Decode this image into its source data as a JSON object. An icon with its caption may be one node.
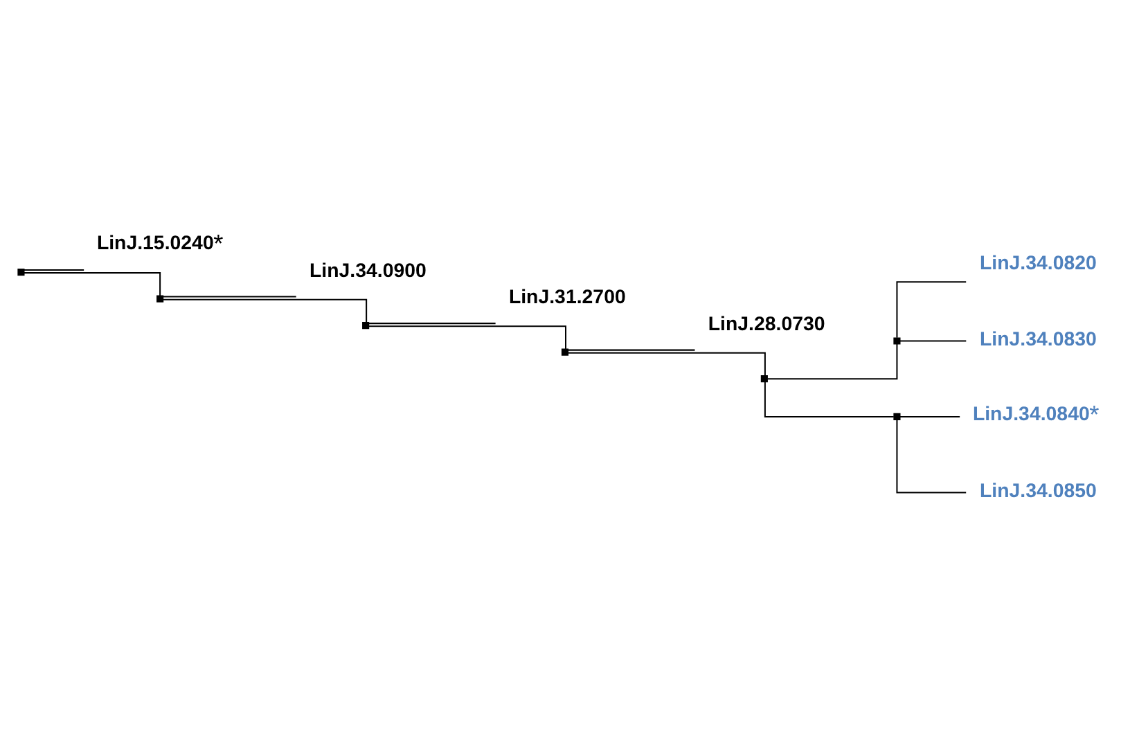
{
  "diagram": {
    "nodes": [
      {
        "text": [
          "LinJ.34.0900"
        ]
      },
      {
        "text": [
          "LinJ.31.2700"
        ]
      },
      {
        "text": [
          "LinJ.28.0730"
        ]
      },
      {
        "text": [
          "LinJ.34.0840"
        ],
        "beside": [
          "*"
        ]
      },
      {
        "text": [
          "LinJ.34.0850"
        ]
      },
      {
        "text": [
          "LinJ.34.0820"
        ]
      },
      {
        "text": [
          "LinJ.34.0830"
        ]
      },
      {
        "text": [
          "LinJ.15.0240"
        ],
        "beside": [
          "*"
        ]
      },
      {
        "text": [],
        "shape": "box"
      },
      {
        "text": [],
        "shape": "box"
      },
      {
        "text": [],
        "shape": "box"
      },
      {
        "text": [],
        "shape": "box"
      },
      {
        "text": [],
        "shape": "box"
      },
      {
        "text": [],
        "shape": "box"
      },
      {
        "text": [],
        "shape": "box"
      }
    ],
    "edges": [
      {
        "from": 8,
        "to": 9,
        "arrow": "none"
      },
      {
        "from": 8,
        "to": 7,
        "arrow": "none"
      },
      {
        "from": 9,
        "to": 0,
        "arrow": "none"
      },
      {
        "from": 9,
        "to": 10,
        "arrow": "none"
      },
      {
        "from": 10,
        "to": 1,
        "arrow": "none"
      },
      {
        "from": 10,
        "to": 11,
        "arrow": "none"
      },
      {
        "from": 11,
        "to": 2,
        "arrow": "none"
      },
      {
        "from": 11,
        "to": 12,
        "arrow": "none"
      },
      {
        "from": 12,
        "to": 14,
        "arrow": "none"
      },
      {
        "from": 12,
        "to": 13,
        "arrow": "none"
      },
      {
        "from": 14,
        "to": 3,
        "arrow": "none"
      },
      {
        "from": 14,
        "to": 4,
        "arrow": "none"
      },
      {
        "from": 13,
        "to": 5,
        "arrow": "none"
      },
      {
        "from": 13,
        "to": 6,
        "arrow": "none"
      }
    ]
  }
}
